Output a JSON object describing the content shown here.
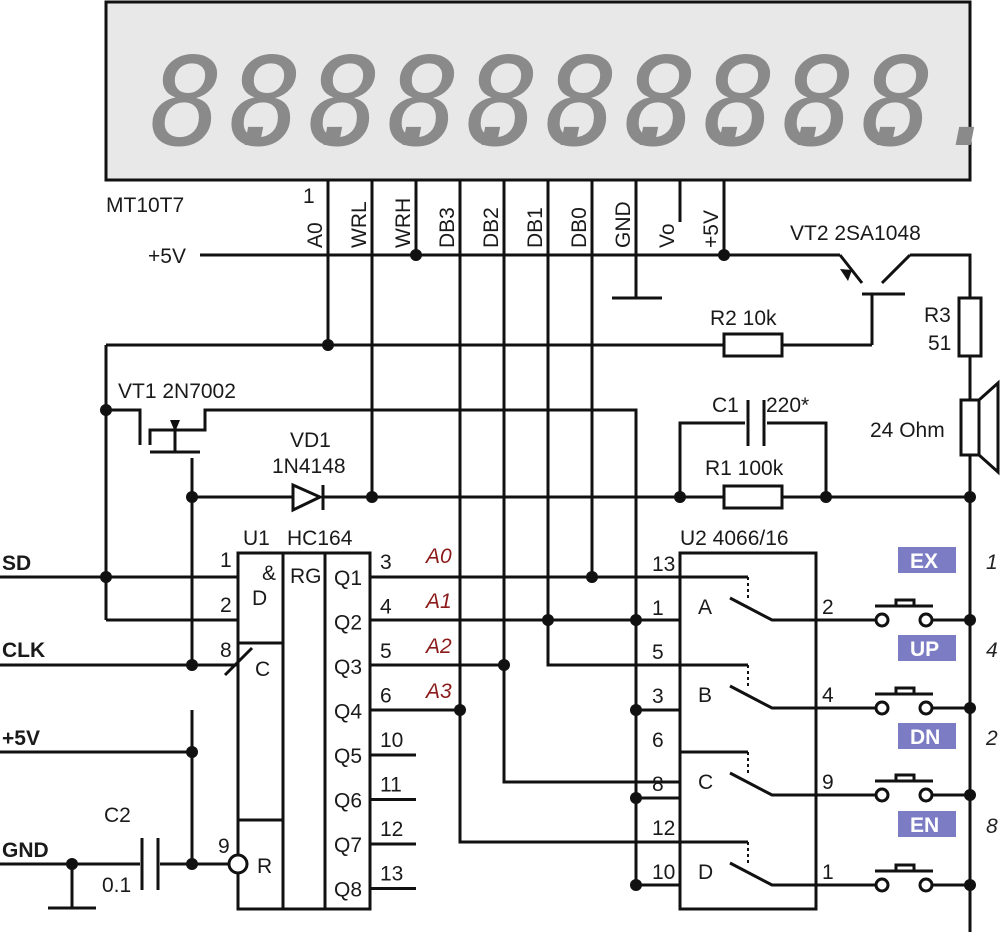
{
  "display": {
    "label": "MT10T7",
    "digit_count": 10,
    "digit_text": "8.",
    "pin1": "1",
    "pins": [
      "A0",
      "WRL",
      "WRH",
      "DB3",
      "DB2",
      "DB1",
      "DB0",
      "GND",
      "Vo",
      "+5V"
    ]
  },
  "labels": {
    "plus5v_top": "+5V",
    "vt2": "VT2  2SA1048",
    "r3_name": "R3",
    "r3_value": "51",
    "speaker": "24 Ohm",
    "r2": "R2   10k",
    "vt1": "VT1  2N7002",
    "vd1_name": "VD1",
    "vd1_part": "1N4148",
    "c1": "C1",
    "c1_value": "220*",
    "r1": "R1   100k",
    "u1_name": "U1",
    "u1_part": "HC164",
    "u2": "U2    4066/16",
    "c2_name": "C2",
    "c2_value": "0.1"
  },
  "signals": {
    "sd": "SD",
    "clk": "CLK",
    "plus5v": "+5V",
    "gnd": "GND"
  },
  "u1": {
    "input_pins": [
      "1",
      "2",
      "8",
      "9"
    ],
    "input_labels": [
      "&",
      "D",
      "C",
      "R"
    ],
    "rg": "RG",
    "outputs": [
      "Q1",
      "Q2",
      "Q3",
      "Q4",
      "Q5",
      "Q6",
      "Q7",
      "Q8"
    ],
    "output_pins": [
      "3",
      "4",
      "5",
      "6",
      "10",
      "11",
      "12",
      "13"
    ],
    "addr_labels": [
      "A0",
      "A1",
      "A2",
      "A3"
    ]
  },
  "u2": {
    "left_pins": [
      "13",
      "1",
      "5",
      "3",
      "6",
      "8",
      "12",
      "10"
    ],
    "switch_labels": [
      "A",
      "B",
      "C",
      "D"
    ],
    "right_pins": [
      "2",
      "4",
      "9",
      "1"
    ]
  },
  "buttons": [
    {
      "label": "EX",
      "number": "1"
    },
    {
      "label": "UP",
      "number": "4"
    },
    {
      "label": "DN",
      "number": "2"
    },
    {
      "label": "EN",
      "number": "8"
    }
  ],
  "colors": {
    "display_bg": "#e8e8e8",
    "segment": "#8a8a8a",
    "button_badge": "#7c7cc4",
    "addr_text": "#8b1a1a"
  }
}
